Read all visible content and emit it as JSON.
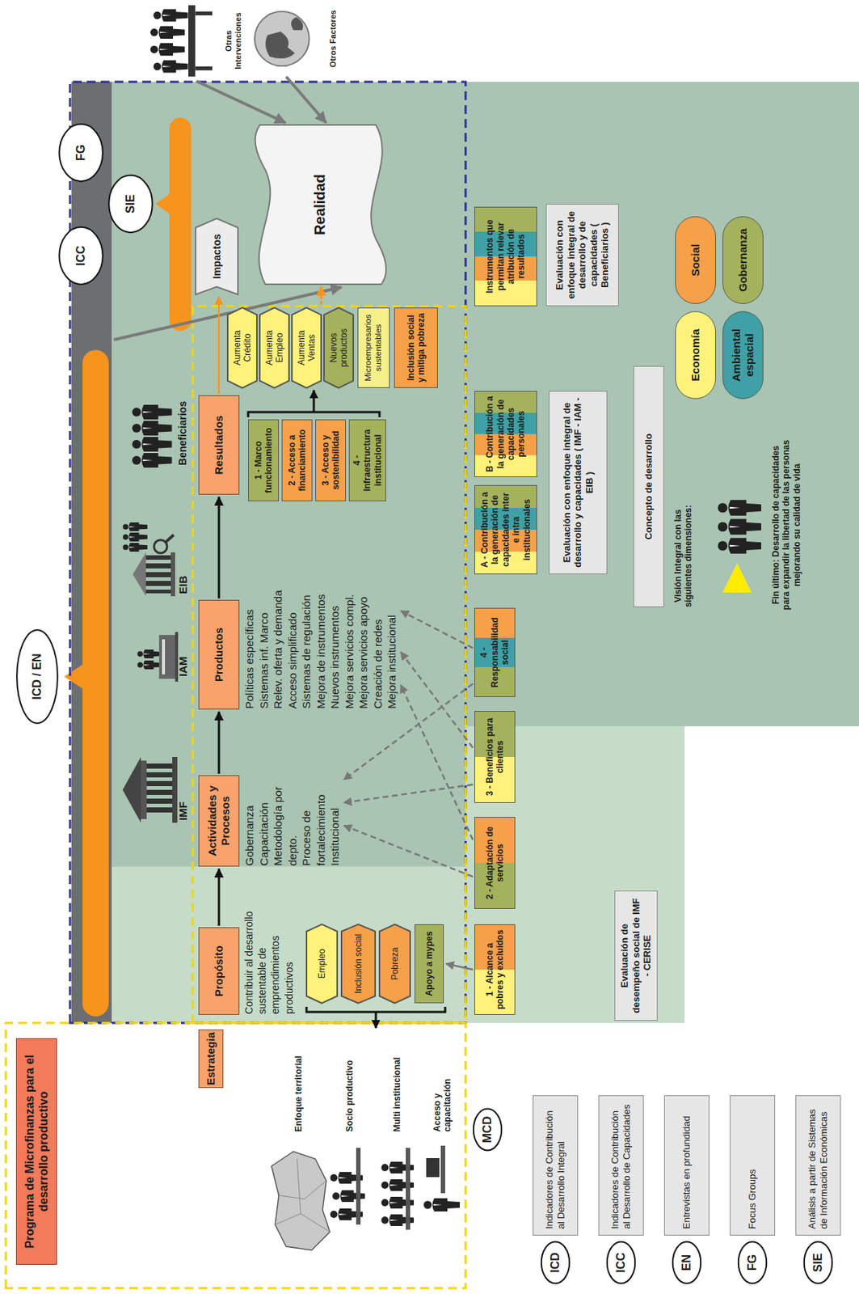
{
  "diagram": {
    "nodes": [
      {
        "text": [
          "Programa de Microfinanzas para el desarrollo productivo"
        ]
      },
      {
        "text": [
          "Estrategia"
        ]
      },
      {
        "text": [
          "ICD / EN"
        ]
      },
      {
        "text": [
          "ICC"
        ]
      },
      {
        "text": [
          "SIE"
        ]
      },
      {
        "text": [
          "FG"
        ]
      },
      {
        "text": [
          "Propósito",
          "Contribuir al desarrollo sustentable de emprendimientos productivos"
        ]
      },
      {
        "text": [
          "Empleo"
        ]
      },
      {
        "text": [
          "Inclusión social"
        ]
      },
      {
        "text": [
          "Pobreza"
        ]
      },
      {
        "text": [
          "Apoyo a mypes"
        ]
      },
      {
        "text": [
          "Actividades y Procesos",
          "Gobernanza",
          "Capacitación",
          "Metodología por depto.",
          "Proceso de fortalecimiento Institucional"
        ]
      },
      {
        "text": [
          "Productos",
          "Políticas específicas",
          "Sistemas inf. Marco",
          "Relev. oferta y demanda",
          "Acceso simplificado",
          "Sistemas de regulación",
          "Mejora de instrumentos",
          "Nuevos instrumentos",
          "Mejora servicios compl.",
          "Mejora servicios apoyo",
          "Creación de redes",
          "Mejora institucional"
        ]
      },
      {
        "text": [
          "Resultados"
        ]
      },
      {
        "text": [
          "1 - Marco funcionamiento"
        ]
      },
      {
        "text": [
          "2 - Acceso a financiamiento"
        ]
      },
      {
        "text": [
          "3 - Acceso y sostenibilidad"
        ]
      },
      {
        "text": [
          "4 - Infraestructura institucional"
        ]
      },
      {
        "text": [
          "Aumenta Crédito"
        ]
      },
      {
        "text": [
          "Aumenta Empleo"
        ]
      },
      {
        "text": [
          "Aumenta Ventas"
        ]
      },
      {
        "text": [
          "Nuevos productos"
        ]
      },
      {
        "text": [
          "Microempresarios sustentables"
        ]
      },
      {
        "text": [
          "Inclusión social y mitiga pobreza"
        ]
      },
      {
        "text": [
          "Impactos"
        ]
      },
      {
        "text": [
          "Realidad"
        ]
      },
      {
        "text": [
          "Otras Intervenciones"
        ]
      },
      {
        "text": [
          "Otros Factores"
        ]
      },
      {
        "text": [
          "1 - Alcance a pobres y excluidos"
        ]
      },
      {
        "text": [
          "2 - Adaptación de servicios"
        ]
      },
      {
        "text": [
          "3 - Beneficios para clientes"
        ]
      },
      {
        "text": [
          "4 - Responsabilidad social"
        ]
      },
      {
        "text": [
          "Evaluación de desempeño social de IMF - CERISE"
        ]
      },
      {
        "text": [
          "A - Contribución a la generación de capacidades inter e intra institucionales"
        ]
      },
      {
        "text": [
          "B - Contribución a la generación de capacidades personales"
        ]
      },
      {
        "text": [
          "Evaluación con enfoque integral de desarrollo y capacidades ( IMF - IAM - EIB )"
        ]
      },
      {
        "text": [
          "Instrumentos que permitan relevar atribución de resultados"
        ]
      },
      {
        "text": [
          "Evaluación con enfoque integral de desarrollo y de capacidades ( Beneficiarios )"
        ]
      },
      {
        "text": [
          "Concepto de desarrollo"
        ]
      },
      {
        "text": [
          "Economía"
        ]
      },
      {
        "text": [
          "Social"
        ]
      },
      {
        "text": [
          "Ambiental espacial"
        ]
      },
      {
        "text": [
          "Gobernanza"
        ]
      },
      {
        "text": [
          "MCD"
        ]
      },
      {
        "text": [
          "ICD"
        ]
      },
      {
        "text": [
          "Indicadores de Contribución al Desarrollo Integral"
        ]
      },
      {
        "text": [
          "ICC"
        ]
      },
      {
        "text": [
          "Indicadores de Contribución al Desarrollo de Capacidades"
        ]
      },
      {
        "text": [
          "EN"
        ]
      },
      {
        "text": [
          "Entrevistas en profundidad"
        ]
      },
      {
        "text": [
          "FG"
        ]
      },
      {
        "text": [
          "Focus Groups"
        ]
      },
      {
        "text": [
          "SIE"
        ]
      },
      {
        "text": [
          "Análisis a partir de Sistemas de Información Económicas"
        ]
      }
    ],
    "edges": [
      {
        "from": 6,
        "to": 11,
        "arrow": "to"
      },
      {
        "from": 11,
        "to": 12,
        "arrow": "to"
      },
      {
        "from": 12,
        "to": 13,
        "arrow": "to"
      },
      {
        "from": 13,
        "to": 24,
        "arrow": "to"
      },
      {
        "from": 26,
        "to": 25,
        "arrow": "to"
      },
      {
        "from": 27,
        "to": 25,
        "arrow": "to"
      },
      {
        "from": 28,
        "to": 10,
        "arrow": "to"
      },
      {
        "from": 29,
        "to": 11,
        "arrow": "to"
      },
      {
        "from": 29,
        "to": 12,
        "arrow": "to"
      },
      {
        "from": 30,
        "to": 11,
        "arrow": "to"
      },
      {
        "from": 30,
        "to": 12,
        "arrow": "to"
      },
      {
        "from": 31,
        "to": 11,
        "arrow": "to"
      },
      {
        "from": 31,
        "to": 12,
        "arrow": "to"
      }
    ],
    "labels": [
      "Enfoque territorial",
      "Socio productivo",
      "Multi institucional",
      "Acceso y capacitación",
      "IMF",
      "IAM",
      "EIB",
      "Beneficiarios",
      "Visión Integral con las siguientes dimensiones:",
      "Fin último: Desarrollo de capacidades para expandir la libertad de las personas mejorando su calidad de vida"
    ]
  }
}
